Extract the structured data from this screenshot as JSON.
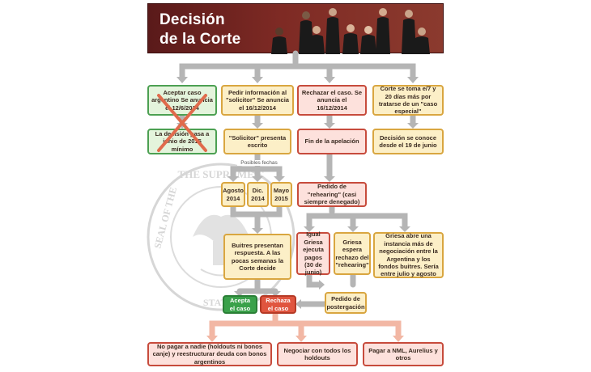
{
  "header": {
    "title_line1": "Decisión",
    "title_line2": "de la Corte"
  },
  "seal": {
    "top_text": "THE SUPREME C",
    "left_text": "SEAL OF THE",
    "bottom_text": "STATES"
  },
  "colors": {
    "banner": "#7e2a24",
    "yellow_fill": "#fcefc7",
    "yellow_border": "#d9a640",
    "red_fill": "#fde1dc",
    "red_border": "#c74b3c",
    "green_fill": "#e4f4dc",
    "green_border": "#4ca052",
    "arrow_gray": "#b5b5b5",
    "arrow_salmon": "#f2b7a4",
    "x_mark": "#e06b4c"
  },
  "row1": {
    "accept": "Aceptar caso argentino Se anuncia el 12/6/2014",
    "solicitor": "Pedir información al \"solicitor\" Se anuncia el 16/12/2014",
    "reject": "Rechazar el caso. Se anuncia el 16/12/2014",
    "special": "Corte se toma e/7 y 20 días más por tratarse de un \"caso especial\""
  },
  "row2": {
    "accept_result": "La decisión pasa a junio de 2015 mínimo",
    "solicitor_result": "\"Solicitor\" presenta escrito",
    "reject_result": "Fin de la apelación",
    "special_result": "Decisión se conoce desde el 19 de junio"
  },
  "dates": {
    "label": "Posibles fechas",
    "items": [
      "Agosto 2014",
      "Dic. 2014",
      "Mayo 2015"
    ]
  },
  "rehearing": "Pedido de \"rehearing\" (casi siempre denegado)",
  "buitres": "Buitres presentan respuesta. A las pocas semanas la Corte decide",
  "griesa1": "Igual Griesa ejecuta pagos (30 de junio)",
  "griesa2": "Griesa espera rechazo del \"rehearing\"",
  "griesa3": "Griesa abre una instancia más de negociación entre la Argentina y los fondos buitres. Sería entre julio y agosto",
  "acepta": "Acepta el caso",
  "rechaza": "Rechaza el caso",
  "postergacion": "Pedido de postergación",
  "outcomes": [
    "No pagar a nadie (holdouts ni bonos canje) y reestructurar deuda con bonos argentinos",
    "Negociar con todos los holdouts",
    "Pagar a NML, Aurelius y otros"
  ]
}
